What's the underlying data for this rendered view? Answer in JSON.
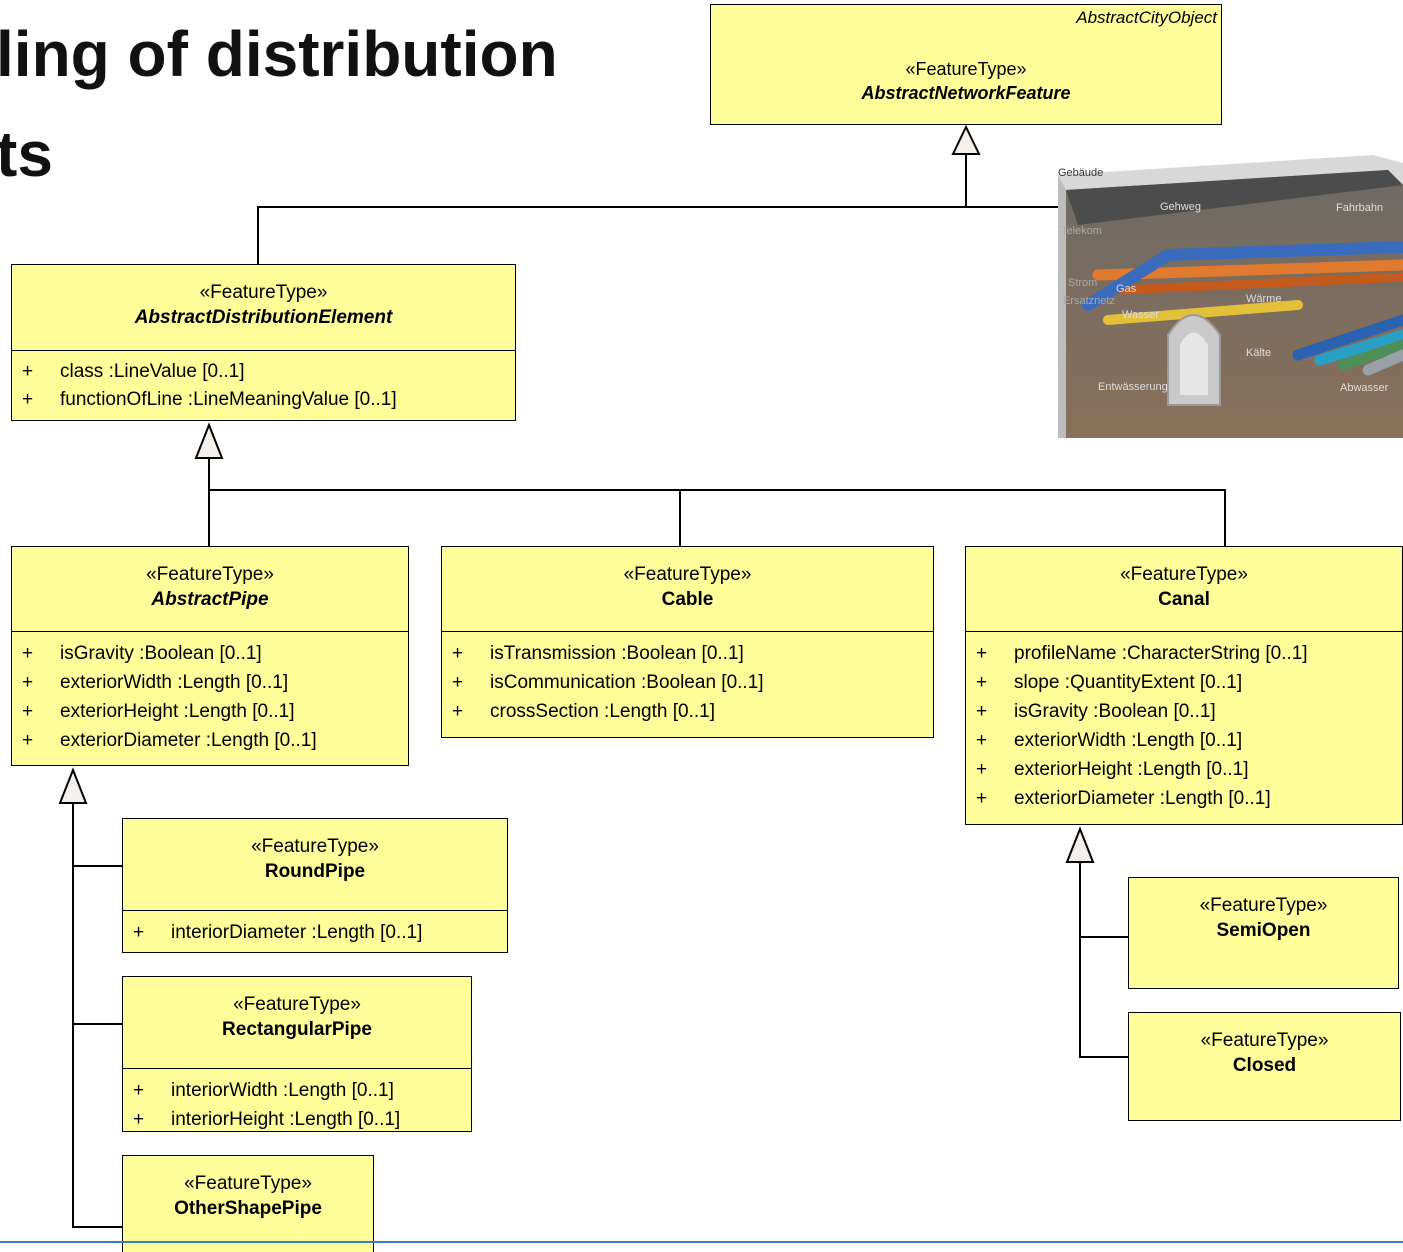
{
  "title": {
    "line1": "ling of distribution",
    "line2": "ts"
  },
  "colors": {
    "class_fill": "#fdfd9a",
    "border": "#000000",
    "accent_rule": "#3b7cc4"
  },
  "network_feature": {
    "parent": "AbstractCityObject",
    "stereotype": "«FeatureType»",
    "name": "AbstractNetworkFeature"
  },
  "classes": {
    "distribution_element": {
      "stereotype": "«FeatureType»",
      "name": "AbstractDistributionElement",
      "attributes": [
        {
          "vis": "+",
          "text": "class :LineValue [0..1]"
        },
        {
          "vis": "+",
          "text": "functionOfLine  :LineMeaningValue [0..1]"
        }
      ]
    },
    "abstract_pipe": {
      "stereotype": "«FeatureType»",
      "name": "AbstractPipe",
      "attributes": [
        {
          "vis": "+",
          "text": "isGravity  :Boolean [0..1]"
        },
        {
          "vis": "+",
          "text": "exteriorWidth  :Length [0..1]"
        },
        {
          "vis": "+",
          "text": "exteriorHeight  :Length [0..1]"
        },
        {
          "vis": "+",
          "text": "exteriorDiameter  :Length [0..1]"
        }
      ]
    },
    "cable": {
      "stereotype": "«FeatureType»",
      "name": "Cable",
      "attributes": [
        {
          "vis": "+",
          "text": "isTransmission  :Boolean [0..1]"
        },
        {
          "vis": "+",
          "text": "isCommunication  :Boolean [0..1]"
        },
        {
          "vis": "+",
          "text": "crossSection  :Length [0..1]"
        }
      ]
    },
    "canal": {
      "stereotype": "«FeatureType»",
      "name": "Canal",
      "attributes": [
        {
          "vis": "+",
          "text": "profileName  :CharacterString [0..1]"
        },
        {
          "vis": "+",
          "text": "slope  :QuantityExtent [0..1]"
        },
        {
          "vis": "+",
          "text": "isGravity  :Boolean [0..1]"
        },
        {
          "vis": "+",
          "text": "exteriorWidth  :Length [0..1]"
        },
        {
          "vis": "+",
          "text": "exteriorHeight  :Length [0..1]"
        },
        {
          "vis": "+",
          "text": "exteriorDiameter  :Length [0..1]"
        }
      ]
    },
    "round_pipe": {
      "stereotype": "«FeatureType»",
      "name": "RoundPipe",
      "attributes": [
        {
          "vis": "+",
          "text": "interiorDiameter  :Length [0..1]"
        }
      ]
    },
    "rectangular_pipe": {
      "stereotype": "«FeatureType»",
      "name": "RectangularPipe",
      "attributes": [
        {
          "vis": "+",
          "text": "interiorWidth  :Length [0..1]"
        },
        {
          "vis": "+",
          "text": "interiorHeight  :Length [0..1]"
        }
      ]
    },
    "other_shape_pipe": {
      "stereotype": "«FeatureType»",
      "name": "OtherShapePipe"
    },
    "semi_open": {
      "stereotype": "«FeatureType»",
      "name": "SemiOpen"
    },
    "closed": {
      "stereotype": "«FeatureType»",
      "name": "Closed"
    }
  },
  "photo_labels": {
    "gebaeude": "Gebäude",
    "gehweg": "Gehweg",
    "fahrbahn": "Fahrbahn",
    "telekom": "Telekom",
    "strom": "Strom",
    "ersatznetz": "Ersatznetz",
    "gas": "Gas",
    "wasser": "Wasser",
    "waerme": "Wärme",
    "kaelte": "Kälte",
    "entwaesserung": "Entwässerung",
    "abwasser": "Abwasser"
  }
}
